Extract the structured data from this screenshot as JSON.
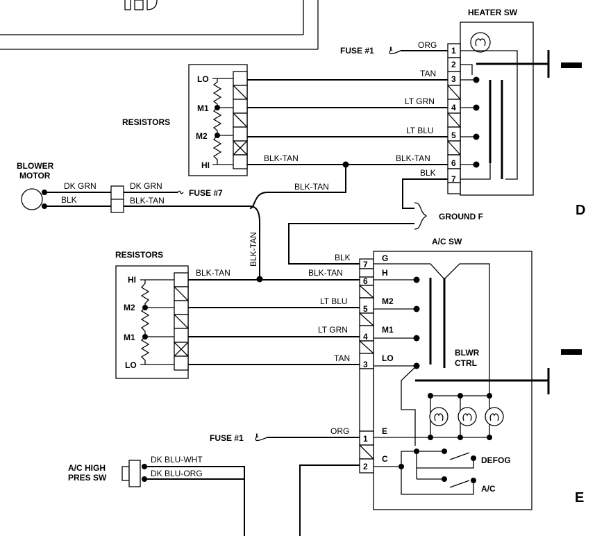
{
  "labels": {
    "heater_sw": "HEATER SW",
    "ac_sw": "A/C SW",
    "resistors_top": "RESISTORS",
    "resistors_bottom": "RESISTORS",
    "blower_motor_1": "BLOWER",
    "blower_motor_2": "MOTOR",
    "ground_f": "GROUND F",
    "fuse1_top": "FUSE #1",
    "fuse7": "FUSE #7",
    "fuse1_bottom": "FUSE #1",
    "ac_high_1": "A/C HIGH",
    "ac_high_2": "PRES SW",
    "blwr": "BLWR",
    "ctrl": "CTRL",
    "defog": "DEFOG",
    "ac": "A/C",
    "section_d": "D",
    "section_e": "E"
  },
  "top_resistor_taps": [
    "LO",
    "M1",
    "M2",
    "HI"
  ],
  "bottom_resistor_taps": [
    "HI",
    "M2",
    "M1",
    "LO"
  ],
  "heater_pins": [
    "1",
    "2",
    "3",
    "4",
    "5",
    "6",
    "7"
  ],
  "ac_pins": [
    "7",
    "6",
    "5",
    "4",
    "3",
    "1",
    "2"
  ],
  "ac_pin_names": [
    "G",
    "H",
    "M2",
    "M1",
    "LO",
    "E",
    "C"
  ],
  "wires": {
    "org_top": "ORG",
    "tan_top": "TAN",
    "lt_grn_top": "LT GRN",
    "lt_blu_top": "LT BLU",
    "blk_tan_top": "BLK-TAN",
    "blk_tan_res": "BLK-TAN",
    "blk_top": "BLK",
    "blk_tan_mid": "BLK-TAN",
    "dk_grn_1": "DK GRN",
    "dk_grn_2": "DK GRN",
    "blk_motor": "BLK",
    "blk_tan_motor": "BLK-TAN",
    "blk_tan_vert": "BLK-TAN",
    "blk_ac": "BLK",
    "blk_tan_ac": "BLK-TAN",
    "blk_tan_res2": "BLK-TAN",
    "lt_blu_ac": "LT BLU",
    "lt_grn_ac": "LT GRN",
    "tan_ac": "TAN",
    "org_ac": "ORG",
    "dk_blu_wht": "DK BLU-WHT",
    "dk_blu_org": "DK BLU-ORG"
  }
}
